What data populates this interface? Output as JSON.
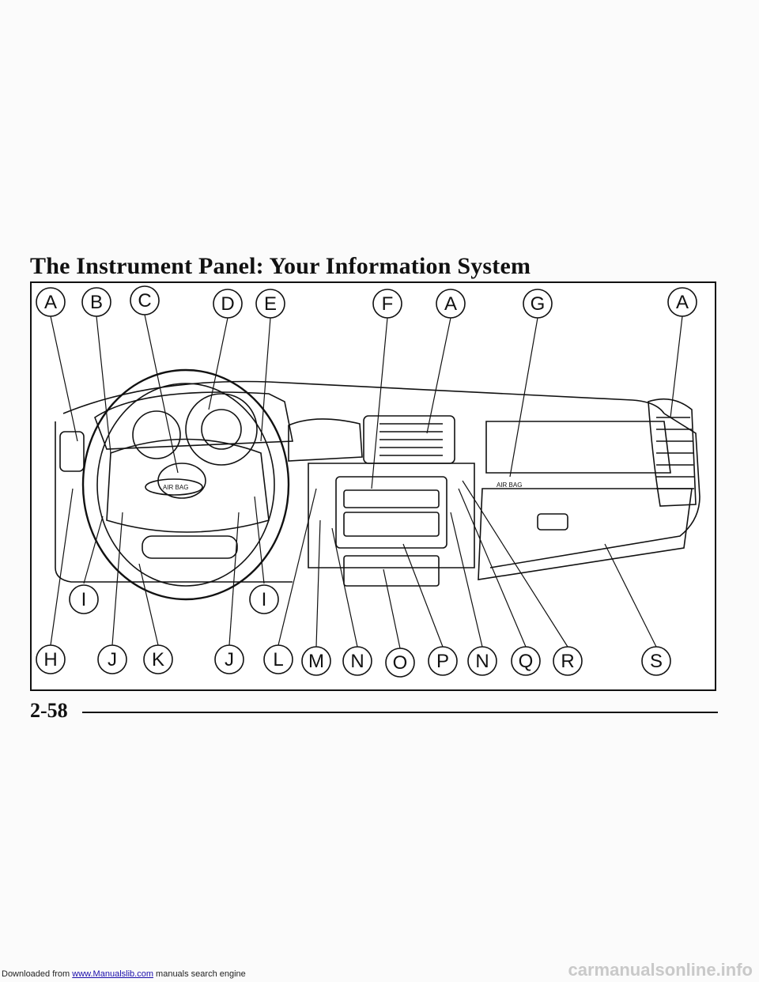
{
  "page": {
    "title": "The Instrument Panel: Your Information System",
    "page_number": "2-58",
    "footer": {
      "prefix": "Downloaded from ",
      "link_text": "www.Manualslib.com",
      "suffix": " manuals search engine"
    },
    "watermark": "carmanualsonline.info"
  },
  "diagram": {
    "top_callouts": [
      "A",
      "B",
      "C",
      "D",
      "E",
      "F",
      "A",
      "G",
      "A"
    ],
    "bottom_callouts": [
      "H",
      "J",
      "K",
      "J",
      "L",
      "M",
      "N",
      "O",
      "P",
      "N",
      "Q",
      "R",
      "S"
    ],
    "middle_callouts": [
      "I",
      "I"
    ],
    "labels": {
      "steering_airbag": "AIR BAG",
      "passenger_airbag": "AIR BAG"
    }
  }
}
